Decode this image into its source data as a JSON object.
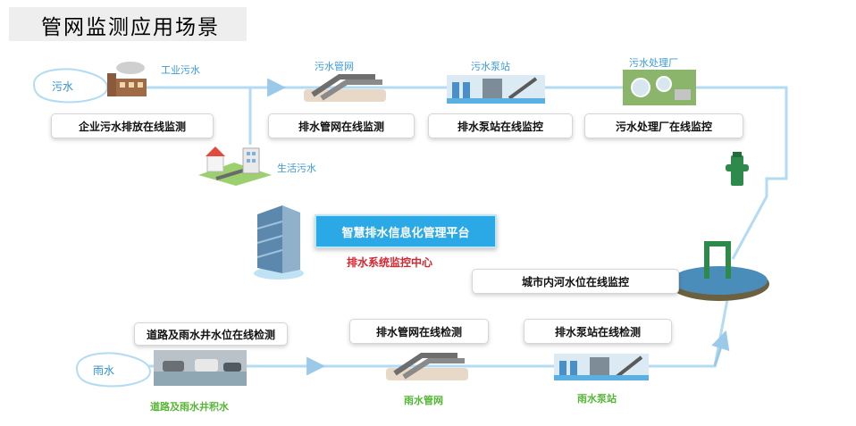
{
  "title": "管网监测应用场景",
  "sewage_source": "污水",
  "rain_source": "雨水",
  "top_row": {
    "industrial_label": "工业污水",
    "enterprise_box": "企业污水排放在线监测",
    "pipe_label": "污水管网",
    "pipe_box": "排水管网在线监测",
    "pump_label": "污水泵站",
    "pump_box": "排水泵站在线监控",
    "plant_label": "污水处理厂",
    "plant_box": "污水处理厂在线监控",
    "domestic_label": "生活污水"
  },
  "center": {
    "platform": "智慧排水信息化管理平台",
    "monitor_center": "排水系统监控中心"
  },
  "river_box": "城市内河水位在线监控",
  "bottom_row": {
    "road_box": "道路及雨水井水位在线检测",
    "road_label": "道路及雨水井积水",
    "pipe_box": "排水管网在线检测",
    "pipe_label": "雨水管网",
    "pump_box": "排水泵站在线检测",
    "pump_label": "雨水泵站"
  },
  "colors": {
    "flow_line": "#b3dbf2",
    "platform_blue": "#2aa9e6",
    "label_blue": "#3a9ad9",
    "label_green": "#55b735",
    "label_red": "#d8262d"
  }
}
